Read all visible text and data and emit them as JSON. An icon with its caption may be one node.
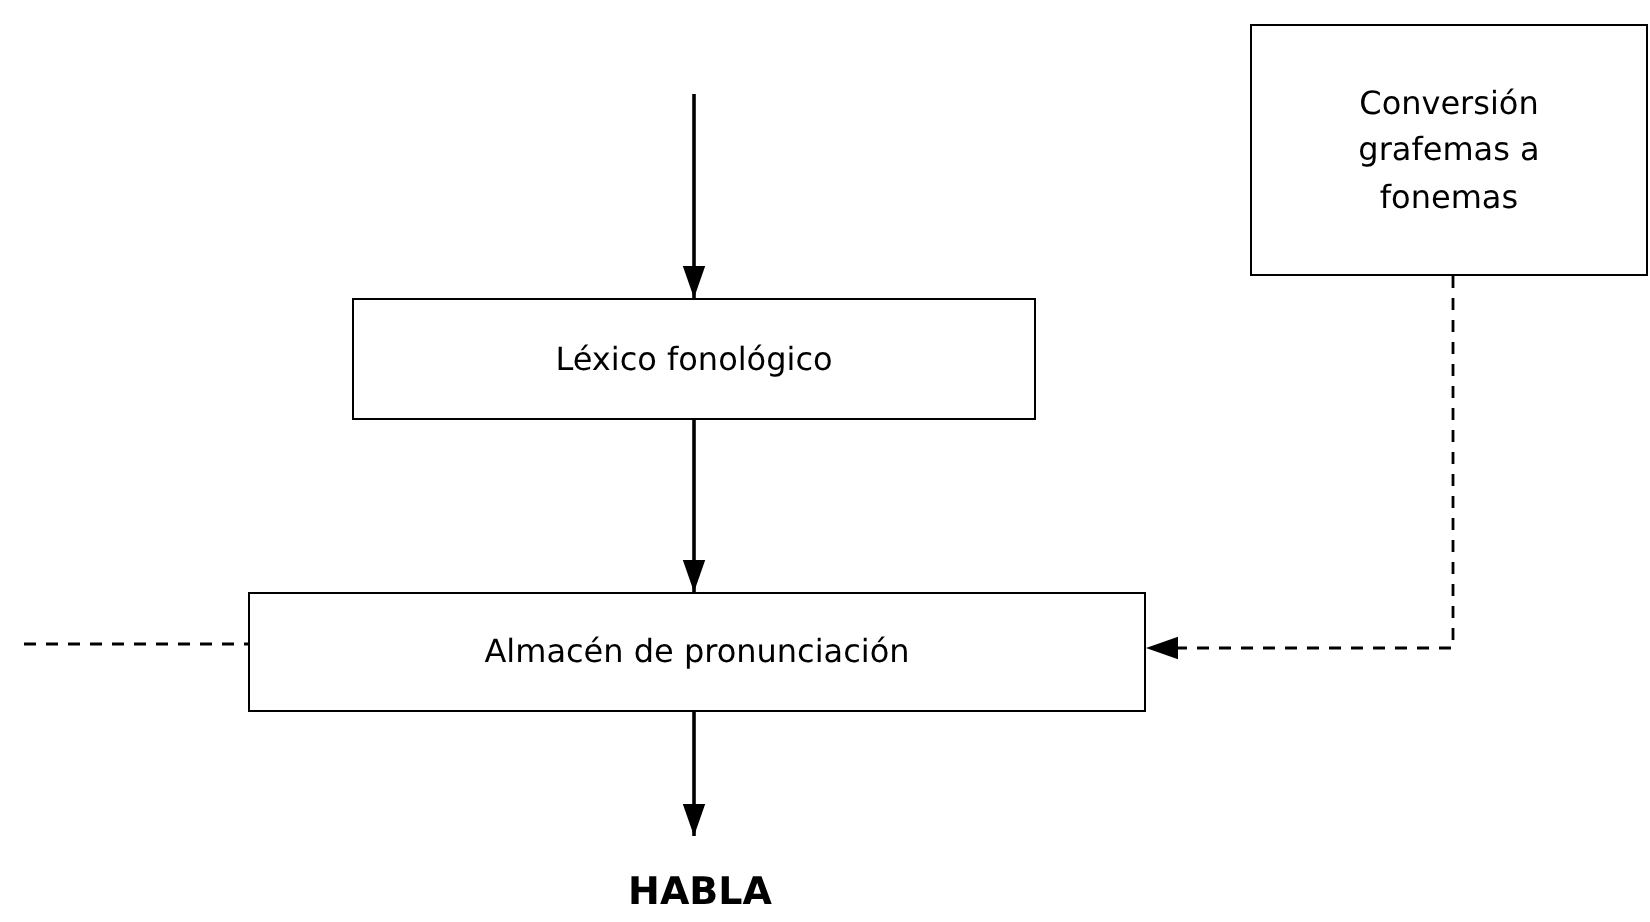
{
  "diagram": {
    "nodes": [
      {
        "text": [
          "Conversión grafemas a fonemas"
        ]
      },
      {
        "text": [
          "Léxico fonológico"
        ]
      },
      {
        "text": [
          "Almacén de pronunciación"
        ]
      },
      {
        "text": [
          "HABLA"
        ]
      }
    ],
    "edges": [
      {
        "from": null,
        "to": 1,
        "arrow": "to"
      },
      {
        "from": 1,
        "to": 2,
        "arrow": "to"
      },
      {
        "from": 2,
        "to": 3,
        "arrow": "to"
      },
      {
        "from": 0,
        "to": 2,
        "arrow": "to",
        "style": "dashed"
      },
      {
        "from": null,
        "to": 2,
        "arrow": "none",
        "style": "dashed"
      }
    ]
  }
}
